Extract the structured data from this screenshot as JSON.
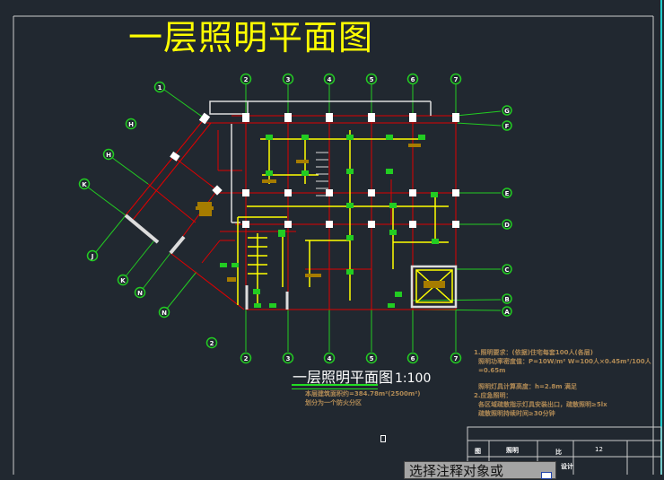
{
  "drawing": {
    "main_title": "一层照明平面图",
    "sub_title": "一层照明平面图",
    "scale": "1:100",
    "area_notes": [
      "本层建筑面积约=384.78m²(2500m²)",
      "划分为一个防火分区"
    ],
    "design_notes": [
      "1.照明要求：(依据)住宅每套100人(各层)",
      "照明功率密度值：P=10W/m²  W=100人×0.45m²/100人=0.65m",
      "照明灯具计算高度：h=2.8m      满足",
      "2.应急照明：",
      "各区域疏散指示灯具安装出口，疏散照明≥5lx",
      "疏散照明持续时间≥30分钟"
    ]
  },
  "axes": {
    "top": [
      "2",
      "3",
      "4",
      "5",
      "6",
      "7"
    ],
    "bottom": [
      "2",
      "3",
      "4",
      "5",
      "6",
      "7"
    ],
    "right": [
      "G",
      "F",
      "E",
      "D",
      "C",
      "B",
      "A"
    ],
    "left": [
      "1",
      "H",
      "H",
      "K",
      "J",
      "K",
      "N",
      "N",
      "2"
    ]
  },
  "title_block": {
    "cells": [
      "图",
      "照明",
      "比",
      "12",
      "设计"
    ]
  },
  "command_prompt": "选择注释对象或",
  "colors": {
    "background": "#212830",
    "walls": "#e00000",
    "axis": "#22cc22",
    "lighting": "#ffff00",
    "text_notes": "#b08a55"
  }
}
